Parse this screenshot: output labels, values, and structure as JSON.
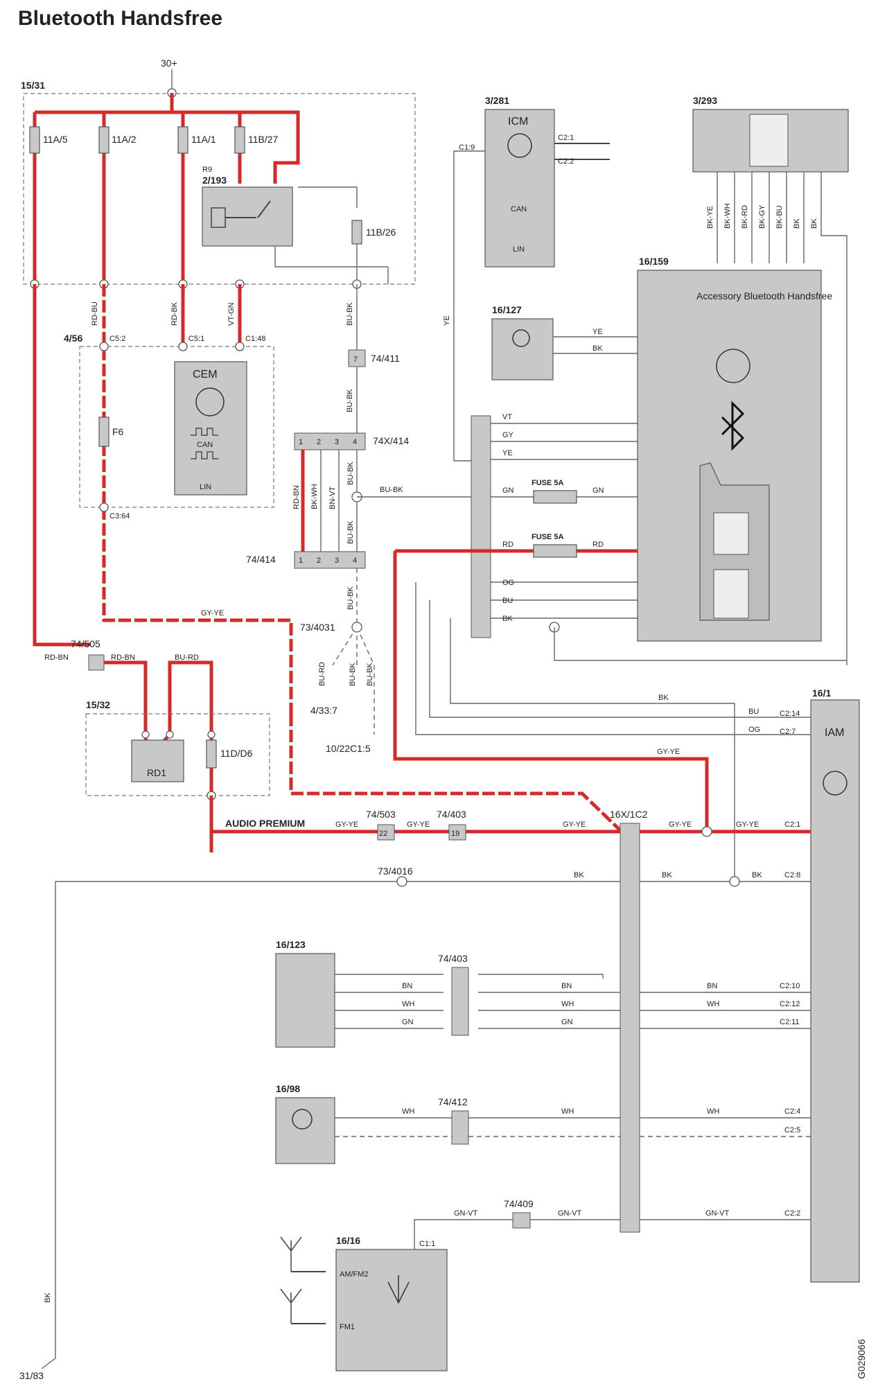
{
  "title": "Bluetooth Handsfree",
  "footer_id": "G029066",
  "supply": "30+",
  "ground": "31/83",
  "components": {
    "fusebox_main": "15/31",
    "fuses": [
      "11A/5",
      "11A/2",
      "11A/1",
      "11B/27",
      "11B/26",
      "F6",
      "11D/D6"
    ],
    "relay_id": "2/193",
    "relay_name": "R9",
    "cem_box": "4/56",
    "cem": "CEM",
    "icm_id": "3/281",
    "icm": "ICM",
    "keypad_id": "3/293",
    "abh_id": "16/159",
    "abh_name": "Accessory Bluetooth Handsfree",
    "mic_id": "16/127",
    "fusebox_rd": "15/32",
    "rd1": "RD1",
    "iam_id": "16/1",
    "iam": "IAM",
    "cd_id": "16/123",
    "mic2_id": "16/98",
    "radio_id": "16/16",
    "radio_am": "AM/FM2",
    "radio_fm": "FM1",
    "audio_premium": "AUDIO PREMIUM",
    "fuse5a": "FUSE 5A",
    "connector_16x": "16X/1C2",
    "tags": [
      "74/411",
      "74X/414",
      "74/414",
      "73/4031",
      "74/505",
      "74/503",
      "74/403",
      "73/4016",
      "74/412",
      "74/409",
      "4/33:7",
      "10/22C1:5"
    ],
    "logic": [
      "CAN",
      "LIN"
    ]
  },
  "wire_colors": [
    "RD-BU",
    "RD-BK",
    "VT-GN",
    "BU-BK",
    "YE",
    "BK-YE",
    "BK-WH",
    "BK-RD",
    "BK-GY",
    "BK-BU",
    "BK",
    "GY-YE",
    "RD-BN",
    "BU-RD",
    "BN-VT",
    "BU-RD",
    "VT",
    "GY",
    "GN",
    "RD",
    "OG",
    "BU",
    "BN",
    "WH",
    "GN-VT"
  ],
  "pins": {
    "iam": [
      "C2:14",
      "C2:7",
      "C2:1",
      "C2:8",
      "C2:10",
      "C2:12",
      "C2:11",
      "C2:4",
      "C2:5",
      "C2:2"
    ],
    "icm": [
      "C1:9",
      "C2:1",
      "C2:2"
    ],
    "cem": [
      "C5:2",
      "C5:1",
      "C1:48",
      "C3:64"
    ],
    "radio": "C1:1"
  }
}
